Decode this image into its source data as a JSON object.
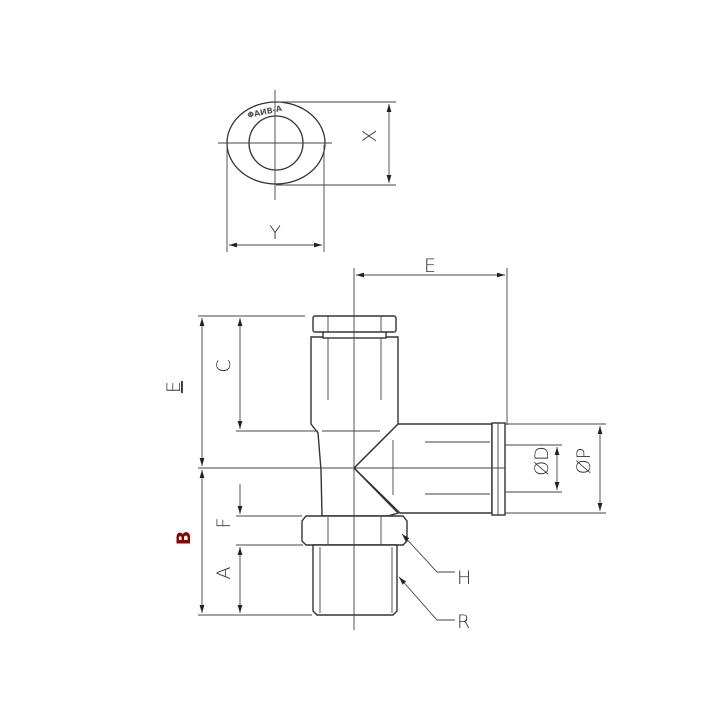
{
  "drawing": {
    "top_view": {
      "brand_mark": "ΦAИB-A",
      "dimensions": {
        "x": "X",
        "y": "Y"
      }
    },
    "side_view": {
      "dimensions": {
        "e_top": "E",
        "e_left": "E",
        "c": "C",
        "b": "B",
        "f": "F",
        "a": "A",
        "d": "ØD",
        "p": "ØP"
      },
      "callouts": {
        "h": "H",
        "r": "R"
      }
    },
    "colors": {
      "line": "#333333",
      "b_label": "#8b0000"
    }
  }
}
